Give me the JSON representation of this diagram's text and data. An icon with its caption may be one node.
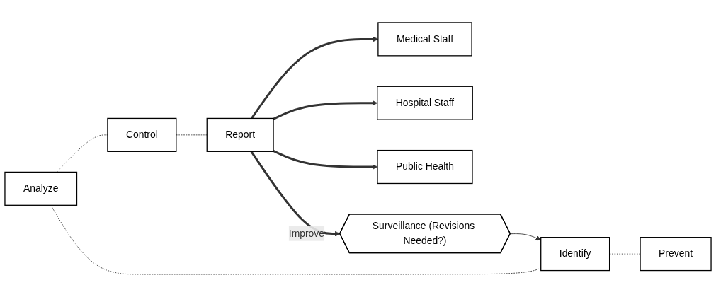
{
  "diagram": {
    "nodes": [
      {
        "text": [
          "Analyze"
        ]
      },
      {
        "text": [
          "Control"
        ]
      },
      {
        "text": [
          "Report"
        ]
      },
      {
        "text": [
          "Medical Staff"
        ]
      },
      {
        "text": [
          "Hospital Staff"
        ]
      },
      {
        "text": [
          "Public Health"
        ]
      },
      {
        "text": [
          "Identify"
        ]
      },
      {
        "text": [
          "Prevent"
        ]
      },
      {
        "text": [
          "Surveillance (Revisions Needed?)"
        ]
      }
    ],
    "edges": [
      {
        "from": 0,
        "to": 1,
        "arrow": "none",
        "style": "dashed"
      },
      {
        "from": 1,
        "to": 2,
        "arrow": "none",
        "style": "dashed"
      },
      {
        "from": 2,
        "to": 3,
        "arrow": "to",
        "style": "thick"
      },
      {
        "from": 2,
        "to": 4,
        "arrow": "to",
        "style": "thick"
      },
      {
        "from": 2,
        "to": 5,
        "arrow": "to",
        "style": "thick"
      },
      {
        "from": 0,
        "to": 6,
        "arrow": "none",
        "style": "dashed"
      },
      {
        "from": 6,
        "to": 7,
        "arrow": "none",
        "style": "dashed"
      },
      {
        "from": 8,
        "to": 6,
        "arrow": "to"
      },
      {
        "from": 2,
        "to": 8,
        "arrow": "to",
        "label": "Improve",
        "style": "thick"
      }
    ]
  }
}
